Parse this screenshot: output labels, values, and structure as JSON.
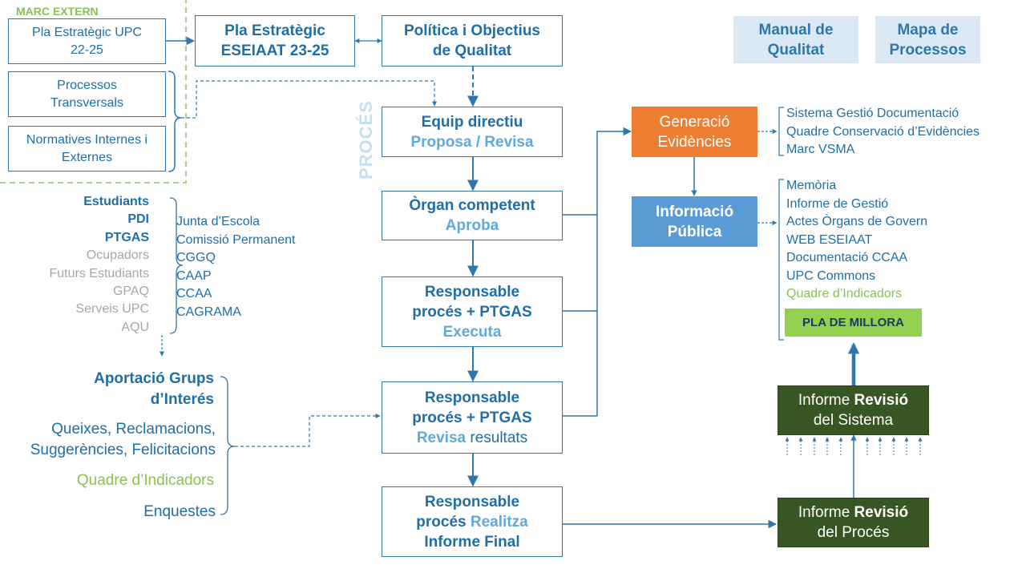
{
  "colors": {
    "primary_blue": "#1f6ea8",
    "light_blue": "#5fa9db",
    "orange": "#ed7d31",
    "info_blue": "#5b9bd5",
    "dark_green": "#375623",
    "lime": "#92d050",
    "grey": "#a6a6a6",
    "pale_blue": "#dce9f4"
  },
  "marc_extern": {
    "title": "MARC EXTERN",
    "pla_upc": [
      "Pla Estratègic UPC",
      "22-25"
    ],
    "processos": [
      "Processos",
      "Transversals"
    ],
    "normatives": [
      "Normatives Internes i",
      "Externes"
    ]
  },
  "top": {
    "pla_eseiaat": [
      "Pla Estratègic",
      "ESEIAAT 23-25"
    ],
    "politica": [
      "Política i Objectius",
      "de Qualitat"
    ],
    "manual": [
      "Manual de",
      "Qualitat"
    ],
    "mapa": [
      "Mapa de",
      "Processos"
    ]
  },
  "proces_label": "PROCÉS",
  "flow": {
    "equip": {
      "title": "Equip directiu",
      "action": "Proposa / Revisa"
    },
    "organ": {
      "title": "Òrgan competent",
      "action": "Aproba"
    },
    "exec": {
      "line1": "Responsable",
      "line2": "procés + PTGAS",
      "action": "Executa"
    },
    "rev": {
      "line1": "Responsable",
      "line2": "procés + PTGAS",
      "action": "Revisa",
      "rest": " resultats"
    },
    "final": {
      "line1": "Responsable",
      "line2a": "procés ",
      "line2b": "Realitza",
      "line3": "Informe Final"
    }
  },
  "stakeholders": {
    "primary": [
      "Estudiants",
      "PDI",
      "PTGAS"
    ],
    "secondary": [
      "Ocupadors",
      "Futurs Estudiants",
      "GPAQ",
      "Serveis UPC",
      "AQU"
    ]
  },
  "bodies": [
    "Junta d’Escola",
    "Comissió Permanent",
    "CGGQ",
    "CAAP",
    "CCAA",
    "CAGRAMA"
  ],
  "inputs": {
    "aportacio": [
      "Aportació Grups",
      "d’Interés"
    ],
    "queixes": [
      "Queixes, Reclamacions,",
      "Suggerències, Felicitacions"
    ],
    "quadre": "Quadre d’Indicadors",
    "enquestes": "Enquestes"
  },
  "generacio": [
    "Generació",
    "Evidències"
  ],
  "generacio_items": [
    "Sistema Gestió Documentació",
    "Quadre Conservació d’Evidències",
    "Marc VSMA"
  ],
  "informacio": [
    "Informació",
    "Pública"
  ],
  "informacio_items": [
    "Memòria",
    "Informe de Gestió",
    "Actes Òrgans de Govern",
    "WEB ESEIAAT",
    "Documentació CCAA",
    "UPC Commons"
  ],
  "informacio_green": "Quadre d’Indicadors",
  "pla_millora": "PLA DE MILLORA",
  "revisio_sistema": {
    "pre": "Informe ",
    "bold": "Revisió",
    "line2": "del Sistema"
  },
  "revisio_proces": {
    "pre": "Informe ",
    "bold": "Revisió",
    "line2": "del Procés"
  }
}
